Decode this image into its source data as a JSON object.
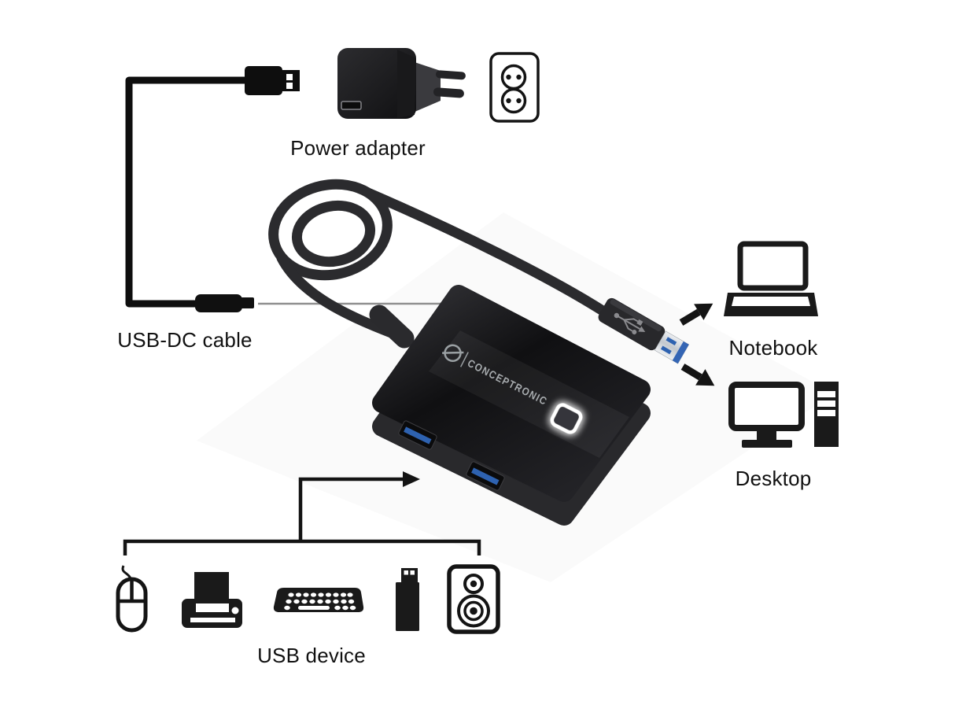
{
  "diagram": {
    "brand": "CONCEPTRONIC",
    "labels": {
      "power_adapter": "Power adapter",
      "usb_dc_cable": "USB-DC cable",
      "notebook": "Notebook",
      "desktop": "Desktop",
      "usb_device": "USB device"
    },
    "icons": [
      "usb-a-connector-icon",
      "power-adapter-icon",
      "wall-socket-icon",
      "dc-connector-icon",
      "pointer-line",
      "usb-hub-device",
      "coiled-cable",
      "usb3-plug-icon",
      "led-button",
      "arrow-icon",
      "notebook-icon",
      "desktop-icon",
      "mouse-icon",
      "printer-icon",
      "keyboard-icon",
      "usb-stick-icon",
      "speaker-icon"
    ],
    "colors": {
      "background": "#ffffff",
      "line_art": "#141414",
      "cable": "#2b2b2e",
      "hub_body": "#1c1c1f",
      "usb_blue": "#2e62b0",
      "logo_gray": "#a7abae",
      "led_glow": "#ffffff",
      "pointer_line": "#8f8f8f"
    }
  }
}
